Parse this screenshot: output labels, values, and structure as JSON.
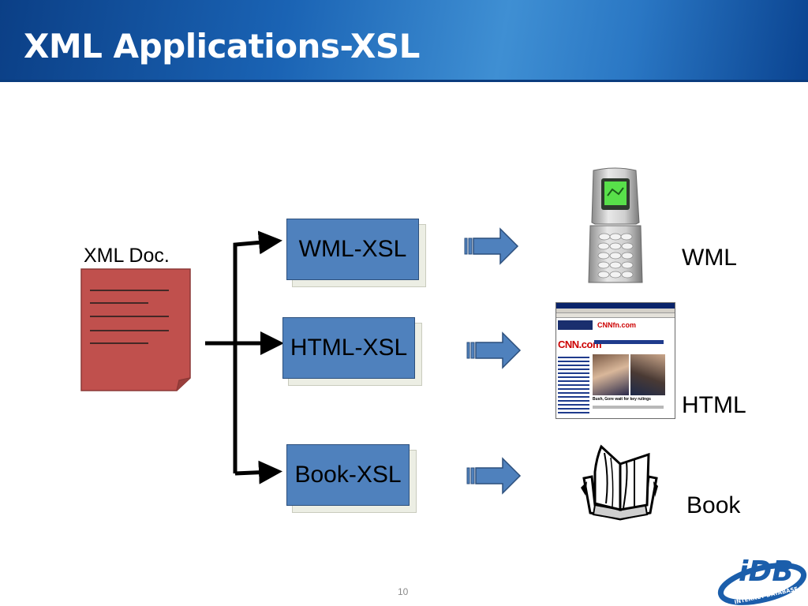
{
  "slide": {
    "title": "XML Applications-XSL",
    "page_number": "10"
  },
  "diagram": {
    "source": "XML Doc.",
    "transforms": [
      {
        "label": "WML-XSL",
        "output": "WML"
      },
      {
        "label": "HTML-XSL",
        "output": "HTML"
      },
      {
        "label": "Book-XSL",
        "output": "Book"
      }
    ]
  },
  "images": {
    "phone": "flip-phone-icon",
    "browser": "web-browser-screenshot-icon",
    "book": "open-book-icon"
  },
  "browser_screenshot": {
    "site": "CNN.com",
    "partner": "CNNfn.com",
    "headline": "Bush, Gore wait for key rulings"
  },
  "logo": {
    "mark": "iDB",
    "text": "INTERNET DATABASE LAB"
  },
  "colors": {
    "header": "#1a63b4",
    "xsl_box": "#4f81bd",
    "document": "#c0504d",
    "arrow": "#4f81bd"
  }
}
